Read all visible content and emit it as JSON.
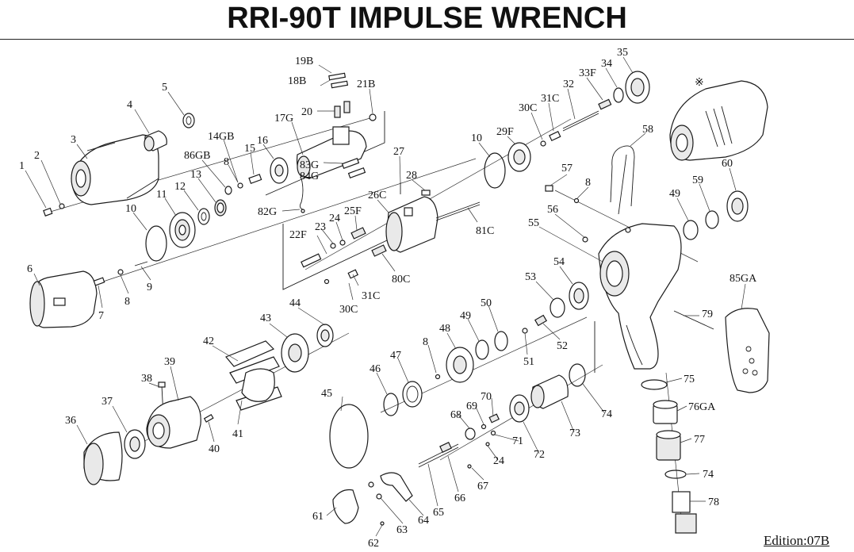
{
  "title": "RRI-90T IMPULSE WRENCH",
  "edition": "Edition:07B",
  "special_mark": "※",
  "callouts": [
    "1",
    "2",
    "3",
    "4",
    "5",
    "6",
    "7",
    "8",
    "9",
    "10",
    "11",
    "12",
    "13",
    "14GB",
    "15",
    "16",
    "17G",
    "18B",
    "19B",
    "20",
    "21B",
    "22F",
    "23",
    "24",
    "25F",
    "26C",
    "27",
    "28",
    "29F",
    "30C",
    "31C",
    "32",
    "33F",
    "34",
    "35",
    "36",
    "37",
    "38",
    "39",
    "40",
    "41",
    "42",
    "43",
    "44",
    "45",
    "46",
    "47",
    "48",
    "49",
    "50",
    "51",
    "52",
    "53",
    "54",
    "55",
    "56",
    "57",
    "58",
    "59",
    "60",
    "61",
    "62",
    "63",
    "64",
    "65",
    "66",
    "67",
    "68",
    "69",
    "70",
    "71",
    "72",
    "73",
    "74",
    "75",
    "76GA",
    "77",
    "78",
    "79",
    "80C",
    "81C",
    "82G",
    "83G",
    "84G",
    "85GA",
    "86GB"
  ]
}
